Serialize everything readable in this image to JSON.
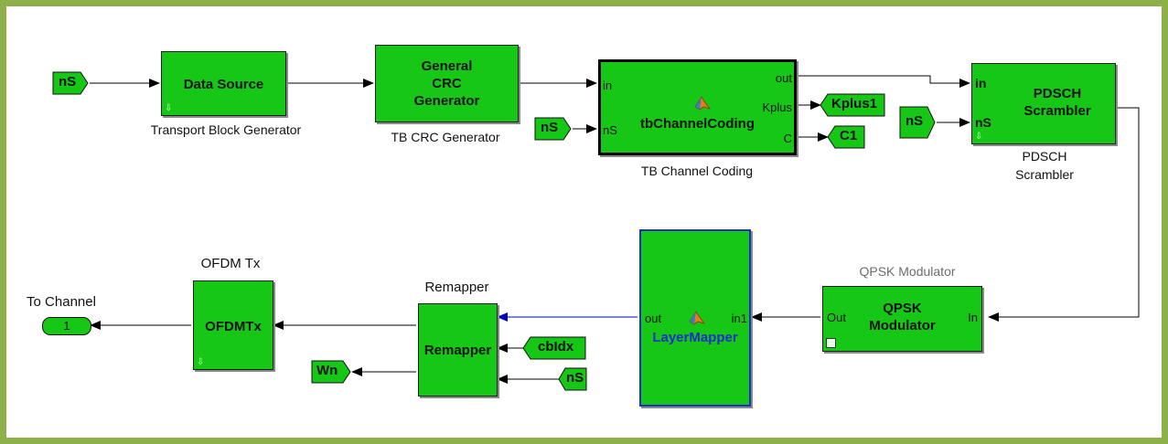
{
  "blocks": {
    "data_source": {
      "label": "Data Source",
      "caption": "Transport Block Generator"
    },
    "crc": {
      "label": "General\nCRC\nGenerator",
      "caption": "TB CRC Generator"
    },
    "channel_coding": {
      "label": "tbChannelCoding",
      "caption": "TB Channel Coding",
      "ports_in": [
        "in",
        "nS"
      ],
      "ports_out": [
        "out",
        "Kplus",
        "C"
      ]
    },
    "scrambler": {
      "label": "PDSCH\nScrambler",
      "caption": "PDSCH\nScrambler",
      "ports_in": [
        "in",
        "nS"
      ]
    },
    "qpsk": {
      "label": "QPSK\nModulator",
      "caption": "QPSK Modulator",
      "port_in": "In",
      "port_out": "Out"
    },
    "layer_mapper": {
      "label": "LayerMapper",
      "port_in": "in1",
      "port_out": "out"
    },
    "remapper": {
      "label": "Remapper",
      "caption": "Remapper"
    },
    "ofdm": {
      "label": "OFDMTx",
      "caption": "OFDM Tx"
    }
  },
  "tags": {
    "ns_1": "nS",
    "ns_2": "nS",
    "ns_3": "nS",
    "ns_4": "nS",
    "kplus": "Kplus1",
    "c": "C1",
    "cbidx": "cbIdx",
    "wn": "Wn"
  },
  "outport": {
    "label": "To Channel",
    "number": "1"
  },
  "colors": {
    "block_fill": "#16c716",
    "frame": "#8db04a",
    "signal_line": "#000000",
    "bus_line": "#0000c0",
    "layer_mapper_border": "#1a2fc8"
  }
}
